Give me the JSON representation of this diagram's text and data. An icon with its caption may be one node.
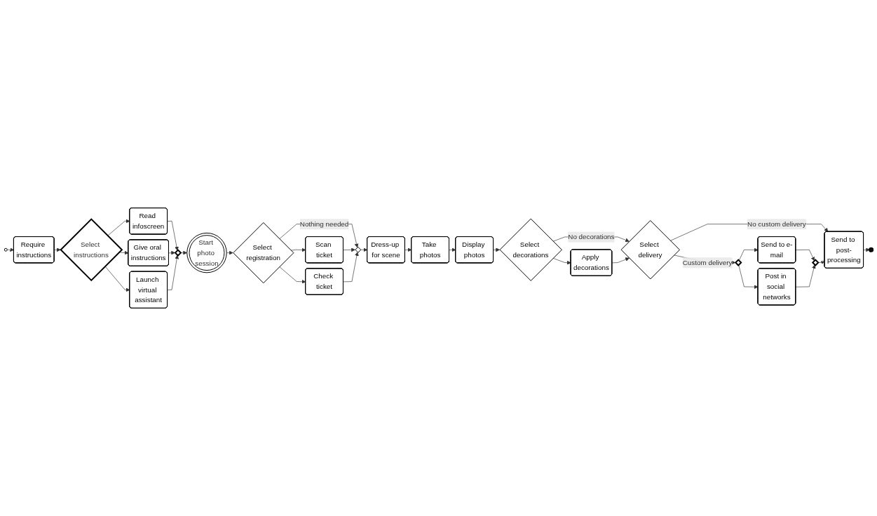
{
  "diagram": {
    "nodes": [
      {
        "text": [],
        "shape": "circle"
      },
      {
        "text": [
          "Require instructions"
        ]
      },
      {
        "text": [
          "Select instructions"
        ]
      },
      {
        "text": [
          "Read infoscreen"
        ]
      },
      {
        "text": [
          "Give oral instructions"
        ]
      },
      {
        "text": [
          "Launch virtual assistant"
        ]
      },
      {
        "text": [],
        "shape": "diamond"
      },
      {
        "text": [
          "Start photo session"
        ]
      },
      {
        "text": [
          "Select registration"
        ]
      },
      {
        "text": [
          "Scan ticket"
        ]
      },
      {
        "text": [
          "Check ticket"
        ]
      },
      {
        "text": [],
        "shape": "diamond"
      },
      {
        "text": [
          "Dress-up for scene"
        ]
      },
      {
        "text": [
          "Take photos"
        ]
      },
      {
        "text": [
          "Display photos"
        ]
      },
      {
        "text": [
          "Select decorations"
        ]
      },
      {
        "text": [
          "Apply decorations"
        ]
      },
      {
        "text": [
          "Select delivery"
        ]
      },
      {
        "text": [],
        "shape": "diamond"
      },
      {
        "text": [
          "Send to e-mail"
        ]
      },
      {
        "text": [
          "Post in social networks"
        ]
      },
      {
        "text": [],
        "shape": "diamond"
      },
      {
        "text": [
          "Send to post-processing"
        ]
      },
      {
        "text": [],
        "shape": "circle"
      }
    ],
    "edges": [
      {
        "from": 0,
        "to": 1,
        "arrow": "to"
      },
      {
        "from": 1,
        "to": 2,
        "arrow": "to"
      },
      {
        "from": 2,
        "to": 3,
        "arrow": "to"
      },
      {
        "from": 2,
        "to": 4,
        "arrow": "to"
      },
      {
        "from": 2,
        "to": 5,
        "arrow": "to"
      },
      {
        "from": 3,
        "to": 6,
        "arrow": "to"
      },
      {
        "from": 4,
        "to": 6,
        "arrow": "to"
      },
      {
        "from": 5,
        "to": 6,
        "arrow": "to"
      },
      {
        "from": 6,
        "to": 7,
        "arrow": "to"
      },
      {
        "from": 7,
        "to": 8,
        "arrow": "to"
      },
      {
        "from": 8,
        "to": 9,
        "arrow": "to"
      },
      {
        "from": 8,
        "to": 11,
        "arrow": "to",
        "label": "Nothing needed"
      },
      {
        "from": 8,
        "to": 10,
        "arrow": "to"
      },
      {
        "from": 9,
        "to": 11,
        "arrow": "to"
      },
      {
        "from": 10,
        "to": 11,
        "arrow": "to"
      },
      {
        "from": 11,
        "to": 12,
        "arrow": "to"
      },
      {
        "from": 12,
        "to": 13,
        "arrow": "to"
      },
      {
        "from": 13,
        "to": 14,
        "arrow": "to"
      },
      {
        "from": 14,
        "to": 15,
        "arrow": "to"
      },
      {
        "from": 15,
        "to": 17,
        "arrow": "to",
        "label": "No decorations"
      },
      {
        "from": 15,
        "to": 16,
        "arrow": "to"
      },
      {
        "from": 16,
        "to": 17,
        "arrow": "to"
      },
      {
        "from": 17,
        "to": 18,
        "arrow": "to",
        "label": "Custom delivery"
      },
      {
        "from": 17,
        "to": 22,
        "arrow": "to",
        "label": "No custom delivery"
      },
      {
        "from": 18,
        "to": 19,
        "arrow": "to"
      },
      {
        "from": 18,
        "to": 20,
        "arrow": "to"
      },
      {
        "from": 19,
        "to": 21,
        "arrow": "to"
      },
      {
        "from": 20,
        "to": 21,
        "arrow": "to"
      },
      {
        "from": 21,
        "to": 22,
        "arrow": "to"
      },
      {
        "from": 22,
        "to": 23,
        "arrow": "to"
      }
    ]
  }
}
